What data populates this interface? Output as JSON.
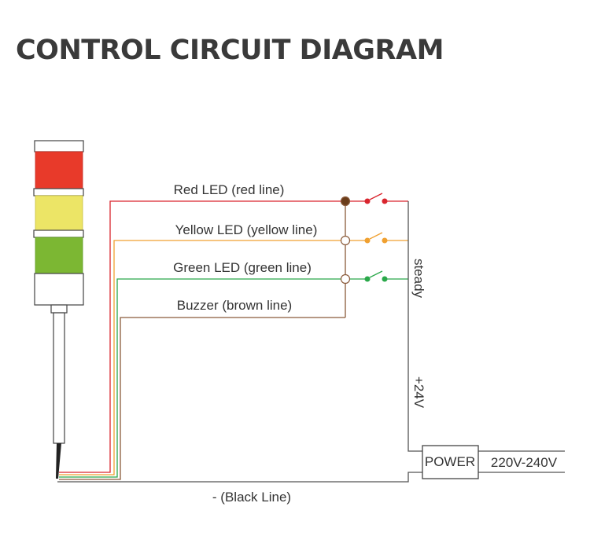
{
  "title": "CONTROL CIRCUIT DIAGRAM",
  "lines": [
    {
      "label": "Red LED (red line)",
      "color": "#d9252e"
    },
    {
      "label": "Yellow LED (yellow line)",
      "color": "#f0a030"
    },
    {
      "label": "Green LED (green line)",
      "color": "#2aa84a"
    },
    {
      "label": "Buzzer (brown line)",
      "color": "#8a5a3a"
    }
  ],
  "ground_label": "- (Black Line)",
  "steady_label": "steady",
  "voltage_label": "+24V",
  "power_label": "POWER",
  "mains_label": "220V-240V",
  "tower_colors": {
    "red": "#e83a2a",
    "yellow": "#ece566",
    "green": "#7cb733"
  }
}
